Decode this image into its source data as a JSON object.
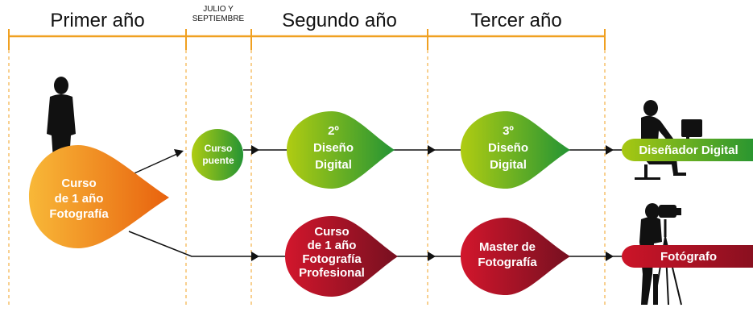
{
  "header": {
    "year1": "Primer año",
    "bridge_line1": "JULIO Y",
    "bridge_line2": "SEPTIEMBRE",
    "year2": "Segundo año",
    "year3": "Tercer año"
  },
  "nodes": {
    "start": [
      "Curso",
      "de 1 año",
      "Fotografía"
    ],
    "bridge": [
      "Curso",
      "puente"
    ],
    "design2": [
      "2º",
      "Diseño",
      "Digital"
    ],
    "design3": [
      "3º",
      "Diseño",
      "Digital"
    ],
    "photo_pro": [
      "Curso",
      "de 1 año",
      "Fotografía",
      "Profesional"
    ],
    "master": [
      "Master de",
      "Fotografía"
    ]
  },
  "outcomes": {
    "designer": "Diseñador Digital",
    "photographer": "Fotógrafo"
  },
  "colors": {
    "timeline": "#f0a020",
    "orange_light": "#f7b333",
    "orange_dark": "#ea6a10",
    "green_light": "#a6c814",
    "green_dark": "#2e9a30",
    "red_light": "#c81428",
    "red_dark": "#7e1020"
  },
  "icons": {
    "person": "standing-person-silhouette-icon",
    "designer": "person-at-computer-silhouette-icon",
    "photographer": "photographer-with-tripod-silhouette-icon"
  }
}
